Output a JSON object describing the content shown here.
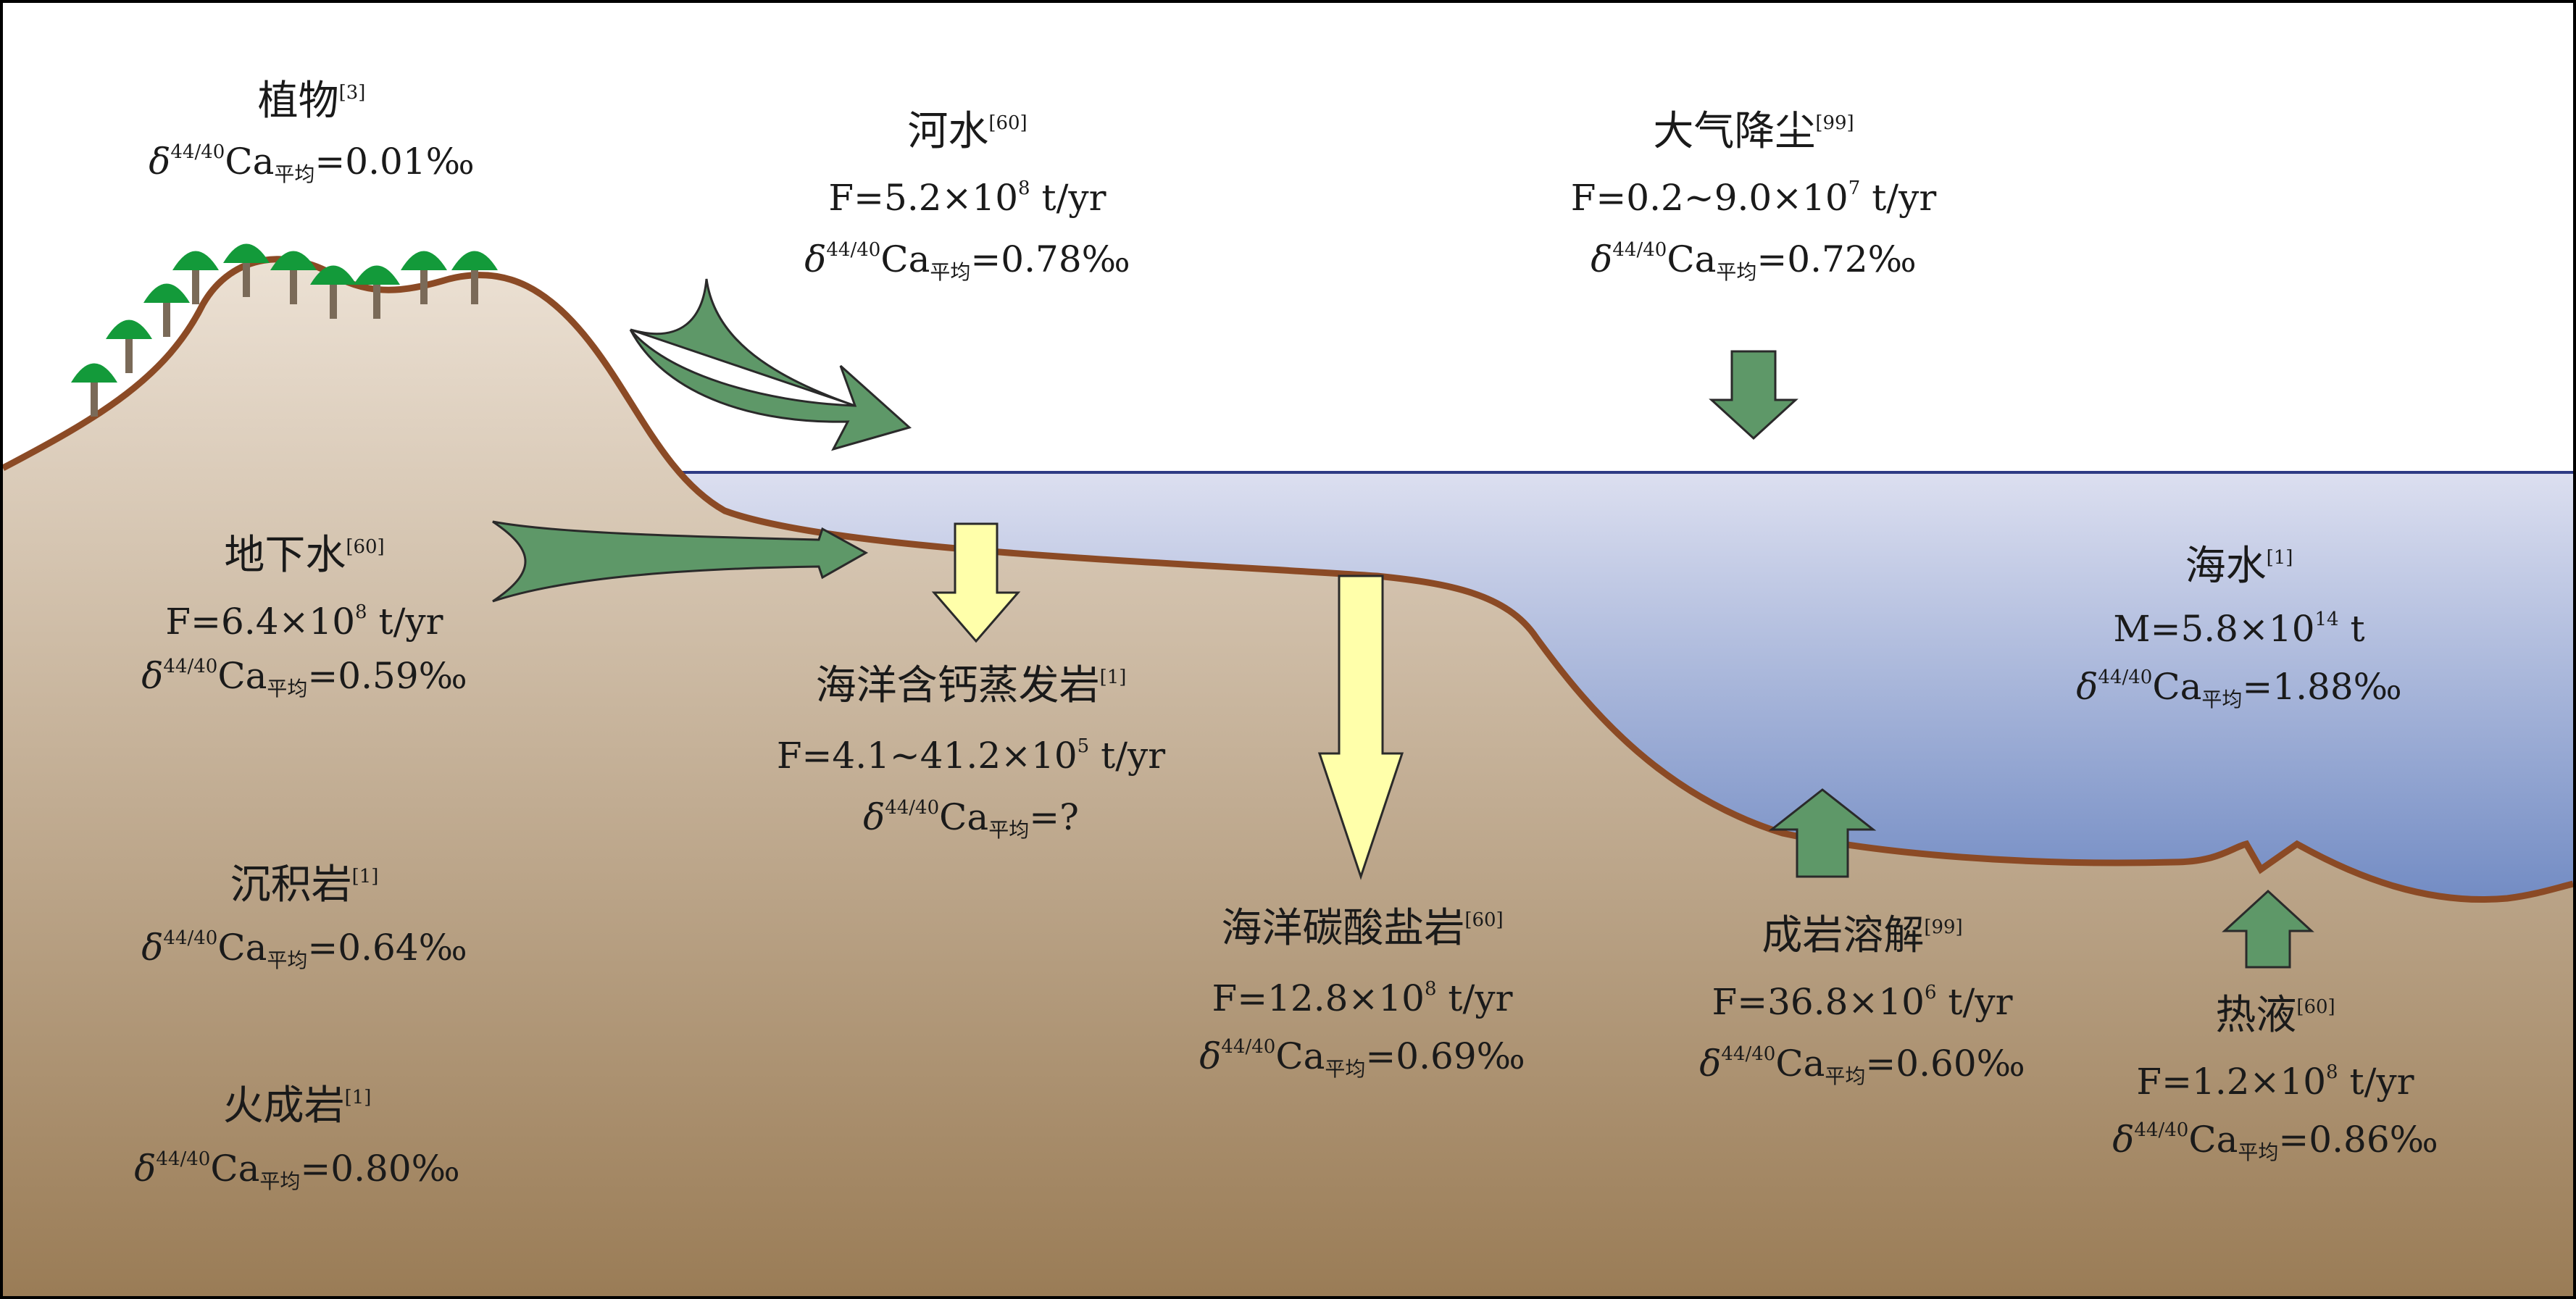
{
  "colors": {
    "land_top": "#ece1d4",
    "land_bottom": "#9a7c56",
    "land_outline": "#8b4a25",
    "sea_top": "#dcdff0",
    "sea_bottom": "#6a85c0",
    "sea_surface": "#2e3b84",
    "input_arrow": "#5e9868",
    "output_arrow": "#ffffaa",
    "tree_canopy": "#139a3a",
    "tree_trunk": "#7a6a58",
    "frame": "#000000"
  },
  "common": {
    "delta": "δ",
    "isotope": "44/40",
    "ca": "Ca",
    "avg": "平均",
    "times": "×",
    "ten": "10",
    "flux_unit": "t/yr",
    "mass_unit": "t"
  },
  "labels": {
    "plants": {
      "name": "植物",
      "ref": "[3]",
      "delta_eq": "=0.01‰"
    },
    "river": {
      "name": "河水",
      "ref": "[60]",
      "flux": "F=5.2",
      "exp": "8",
      "delta_eq": "=0.78‰"
    },
    "dust": {
      "name": "大气降尘",
      "ref": "[99]",
      "flux": "F=0.2~9.0",
      "exp": "7",
      "delta_eq": "=0.72‰"
    },
    "groundwater": {
      "name": "地下水",
      "ref": "[60]",
      "flux": "F=6.4",
      "exp": "8",
      "delta_eq": "=0.59‰"
    },
    "evaporite": {
      "name": "海洋含钙蒸发岩",
      "ref": "[1]",
      "flux": "F=4.1~41.2",
      "exp": "5",
      "delta_eq": "=?"
    },
    "seawater": {
      "name": "海水",
      "ref": "[1]",
      "mass": "M=5.8",
      "exp": "14",
      "delta_eq": "=1.88‰"
    },
    "sedimentary": {
      "name": "沉积岩",
      "ref": "[1]",
      "delta_eq": "=0.64‰"
    },
    "carbonate": {
      "name": "海洋碳酸盐岩",
      "ref": "[60]",
      "flux": "F=12.8",
      "exp": "8",
      "delta_eq": "=0.69‰"
    },
    "diagenesis": {
      "name": "成岩溶解",
      "ref": "[99]",
      "flux": "F=36.8",
      "exp": "6",
      "delta_eq": "=0.60‰"
    },
    "igneous": {
      "name": "火成岩",
      "ref": "[1]",
      "delta_eq": "=0.80‰"
    },
    "hydrothermal": {
      "name": "热液",
      "ref": "[60]",
      "flux": "F=1.2",
      "exp": "8",
      "delta_eq": "=0.86‰"
    }
  }
}
